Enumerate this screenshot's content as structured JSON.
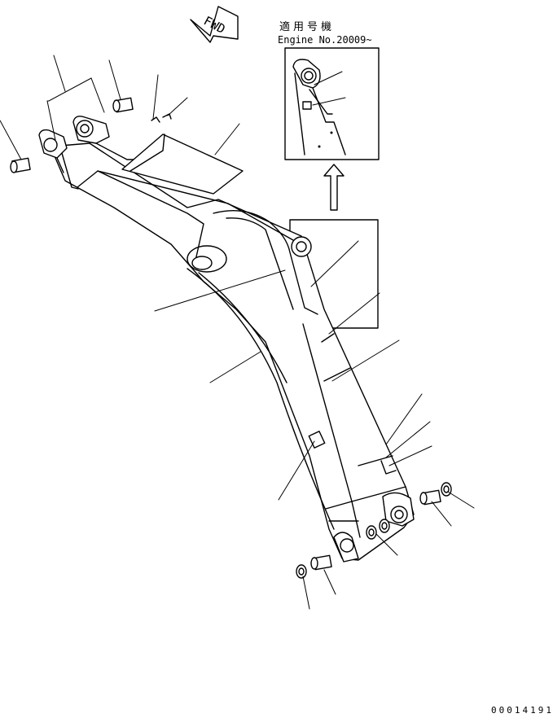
{
  "direction_label": "FWD",
  "note": {
    "applicable_label": "適用号機",
    "engine_label": "Engine No.20009~"
  },
  "drawing_number": "00014191"
}
